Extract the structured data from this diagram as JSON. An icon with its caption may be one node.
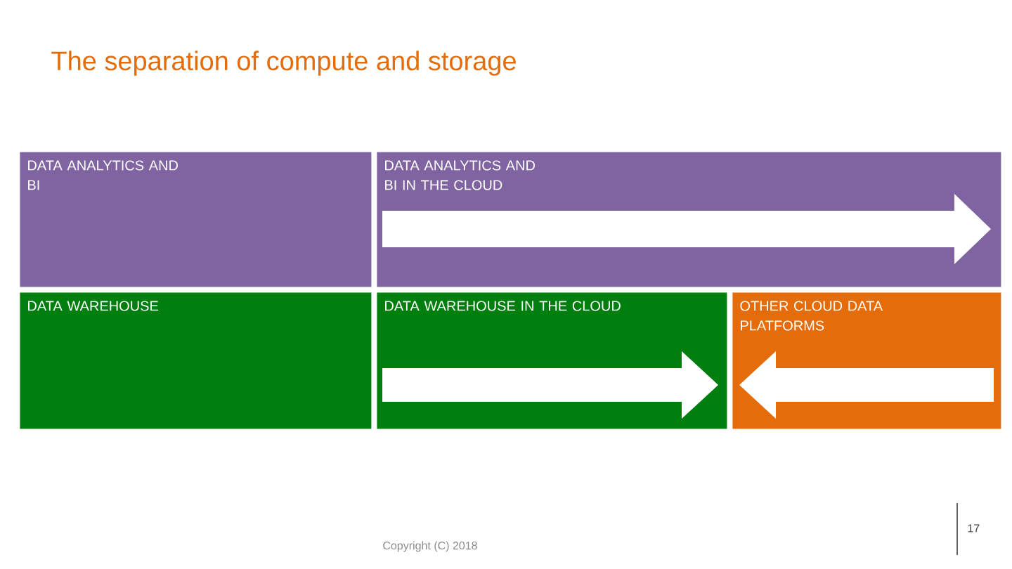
{
  "diagram": {
    "title": "The separation of compute and storage",
    "nodes": [
      {
        "text": [
          "DATA ANALYTICS AND BI"
        ]
      },
      {
        "text": [
          "DATA ANALYTICS AND BI IN THE CLOUD"
        ]
      },
      {
        "text": [
          "DATA WAREHOUSE"
        ]
      },
      {
        "text": [
          "DATA WAREHOUSE IN THE CLOUD"
        ]
      },
      {
        "text": [
          "OTHER CLOUD DATA PLATFORMS"
        ]
      }
    ],
    "labels": [
      "Copyright (C) 2018",
      "17"
    ]
  }
}
